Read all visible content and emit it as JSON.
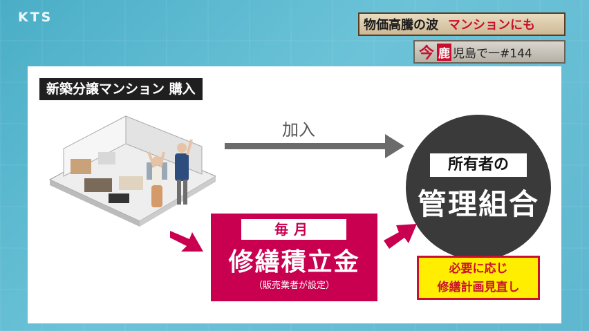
{
  "broadcaster": {
    "logo": "KTS"
  },
  "banner": {
    "title_part1": "物価高騰の波",
    "title_part2": "マンションにも",
    "segment_kanji": "今",
    "segment_box": "鹿",
    "segment_rest": "児島で一#144"
  },
  "diagram": {
    "heading": "新築分譲マンション 購入",
    "join_label": "加入",
    "owners_label": "所有者の",
    "association": "管理組合",
    "monthly_label": "毎月",
    "fund_title": "修繕積立金",
    "fund_note": "（販売業者が設定）",
    "review_line1": "必要に応じ",
    "review_line2": "修繕計画見直し"
  },
  "colors": {
    "accent_magenta": "#c8004f",
    "highlight_yellow": "#ffee00",
    "circle": "#3a3a3a"
  }
}
